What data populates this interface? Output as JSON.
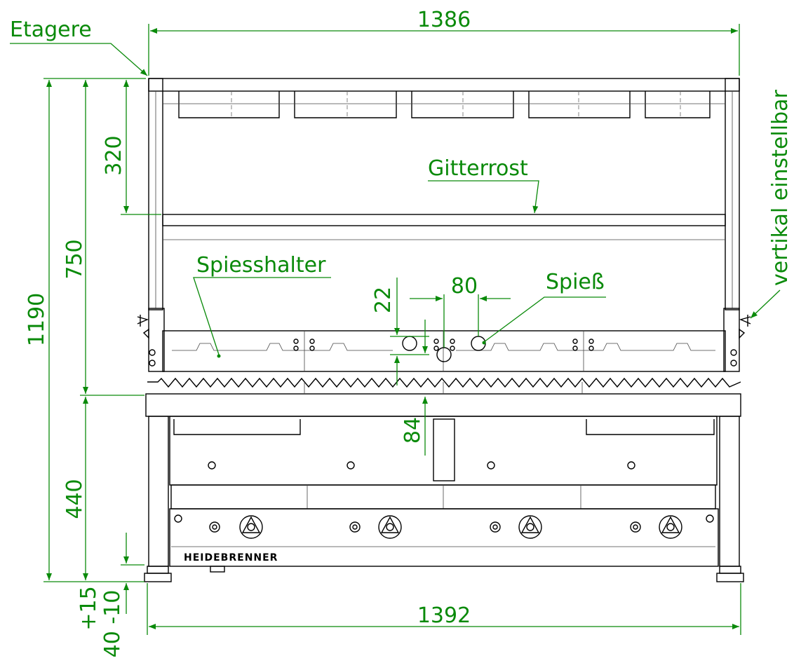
{
  "colors": {
    "dimension": "#0a8a0a",
    "line": "#000000",
    "background": "#ffffff"
  },
  "dimensions": {
    "top_width": "1386",
    "bottom_width": "1392",
    "total_height": "1190",
    "upper_height": "750",
    "etagere_gap": "320",
    "lower_height": "440",
    "foot_adjust_plus": "+15",
    "foot_adjust_minus": "40  -10",
    "spit_spacing": "80",
    "spit_height": "22",
    "spit_offset": "84"
  },
  "labels": {
    "etagere": "Etagere",
    "gitterrost": "Gitterrost",
    "spiesshalter": "Spiesshalter",
    "spiess": "Spieß",
    "vertikal": "vertikal einstellbar"
  },
  "brand": "HEIDEBRENNER",
  "icons": [
    "knob-icon",
    "wing-nut-icon",
    "bolt-icon"
  ]
}
